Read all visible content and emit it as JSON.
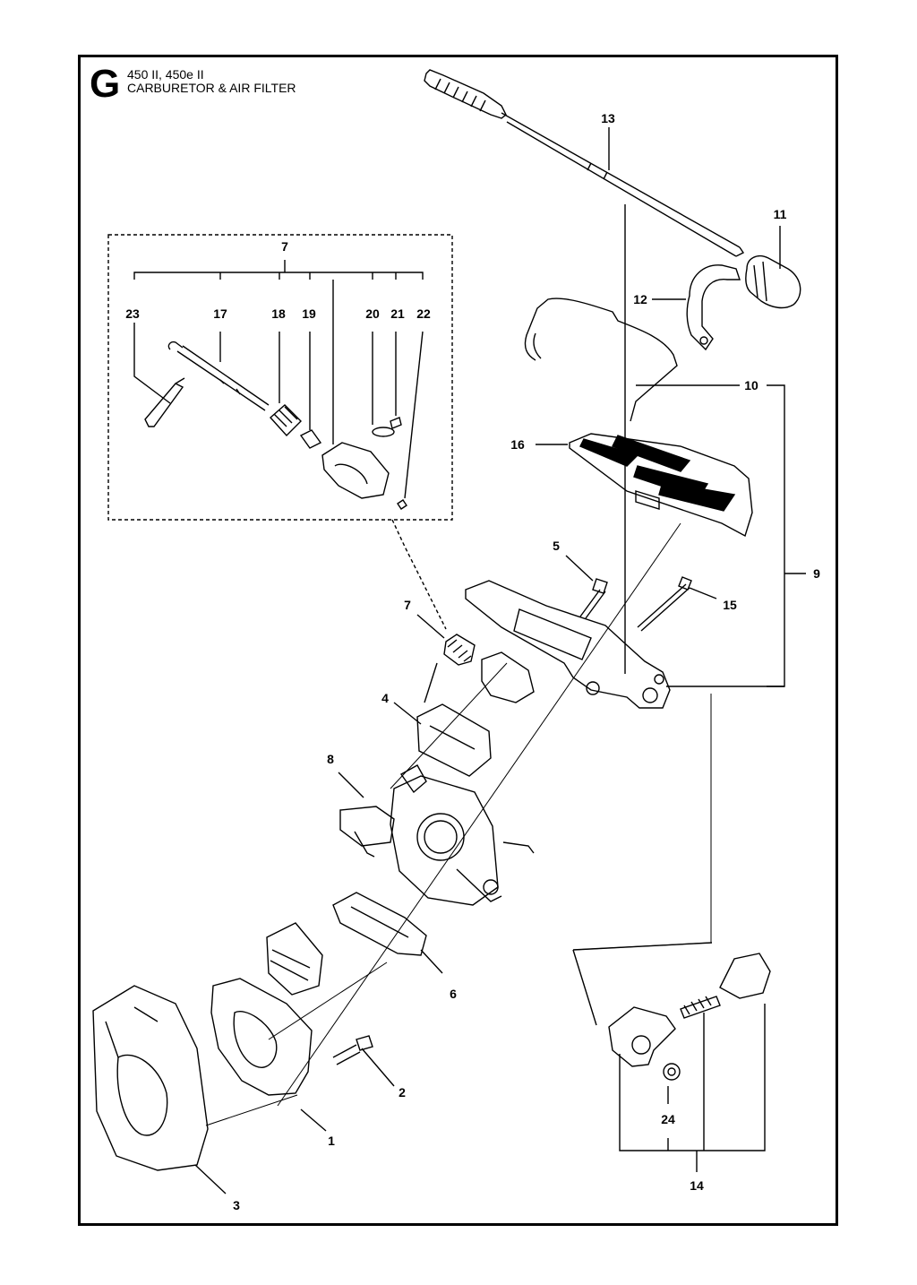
{
  "header": {
    "section_letter": "G",
    "models": "450 II, 450e II",
    "title": "CARBURETOR & AIR FILTER"
  },
  "callouts": {
    "c1": "1",
    "c2": "2",
    "c3": "3",
    "c4": "4",
    "c5": "5",
    "c6": "6",
    "c7a": "7",
    "c7b": "7",
    "c8": "8",
    "c9": "9",
    "c10": "10",
    "c11": "11",
    "c12": "12",
    "c13": "13",
    "c14": "14",
    "c15": "15",
    "c16": "16",
    "c17": "17",
    "c18": "18",
    "c19": "19",
    "c20": "20",
    "c21": "21",
    "c22": "22",
    "c23": "23",
    "c24": "24"
  }
}
